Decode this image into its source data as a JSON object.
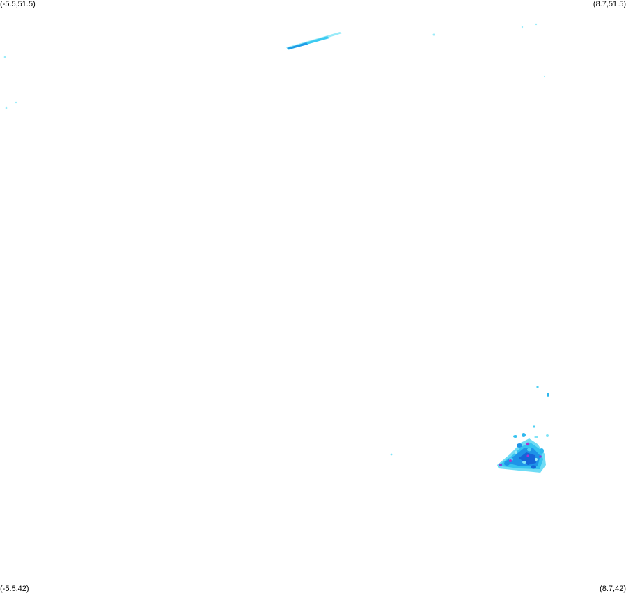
{
  "corners": {
    "top_left": "(-5.5,51.5)",
    "top_right": "(8.7,51.5)",
    "bottom_left": "(-5.5,42)",
    "bottom_right": "(8.7,42)"
  },
  "colors": {
    "background": "#ffffff",
    "light_cyan": "#7fe3f7",
    "cyan": "#2fc4f0",
    "blue": "#1e90e8",
    "deep_blue": "#1565d8",
    "magenta": "#b030d0"
  }
}
